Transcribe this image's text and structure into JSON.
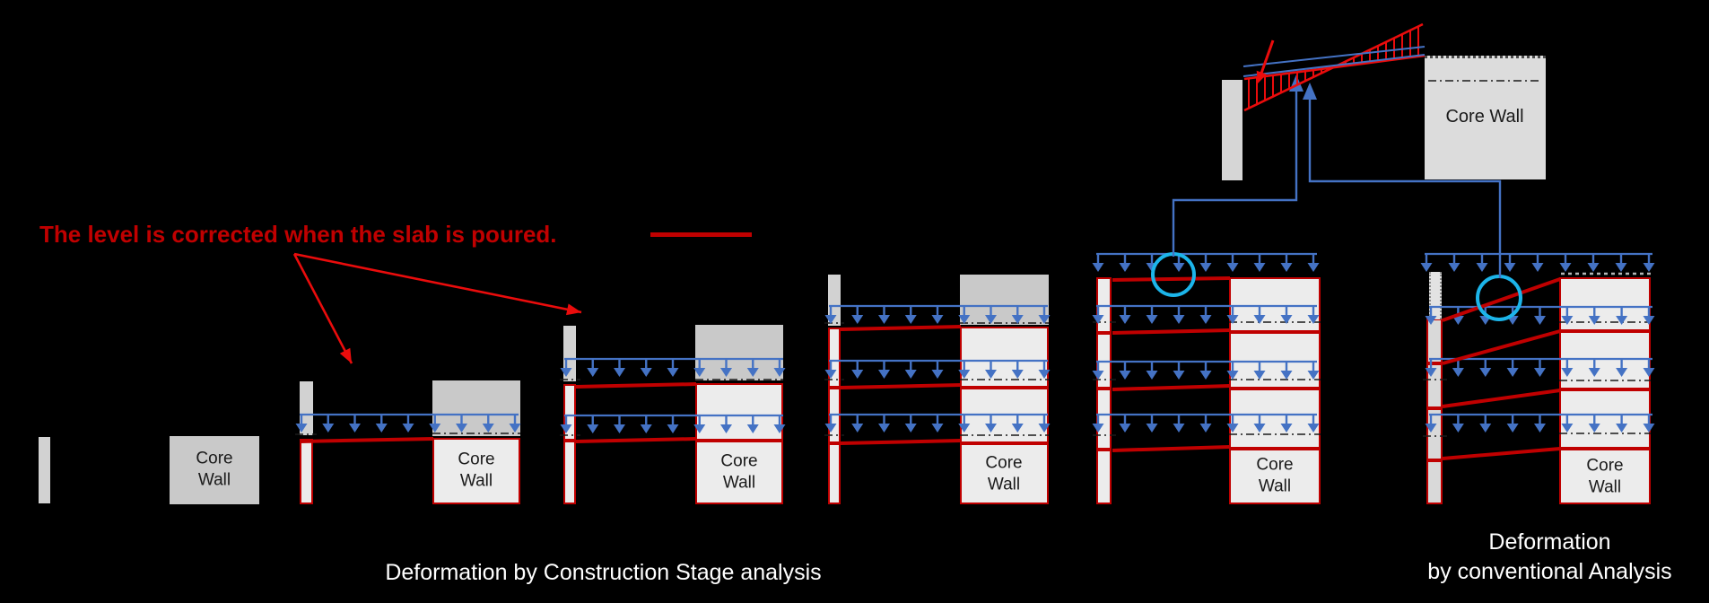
{
  "annotation": {
    "text": "The level is corrected when the slab is poured."
  },
  "labels": {
    "core_wall": "Core Wall"
  },
  "captions": {
    "left": "Deformation by Construction Stage analysis",
    "right_line1": "Deformation",
    "right_line2": "by conventional Analysis"
  },
  "colors": {
    "background": "#000000",
    "slab_red": "#c00000",
    "arrow_red": "#ea0c0c",
    "load_blue": "#4472c4",
    "highlight_cyan": "#1cb5ea",
    "column_gray": "#d2d2d2",
    "new_story_gray": "#c9c9c9",
    "finished_light": "#ececec",
    "caption_white": "#ffffff"
  }
}
